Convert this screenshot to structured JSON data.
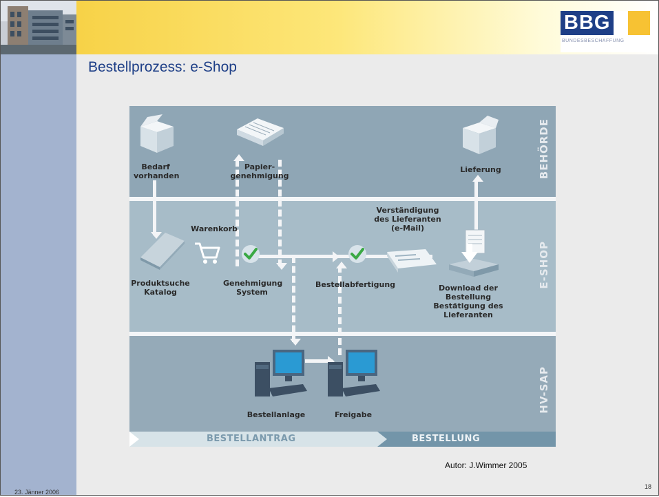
{
  "slide": {
    "title": "Bestellprozess: e-Shop",
    "author": "Autor: J.Wimmer 2005",
    "footer_date": "23. Jänner 2006",
    "page_number": "18"
  },
  "logo": {
    "text": "BBG",
    "subtitle": "BUNDESBESCHAFFUNG",
    "colors": {
      "primary": "#1e3f87",
      "accent": "#f7c233"
    }
  },
  "diagram": {
    "lanes": {
      "behoerde": "BEHÖRDE",
      "eshop": "E-SHOP",
      "hvsap": "HV-SAP"
    },
    "labels": {
      "bedarf": "Bedarf\nvorhanden",
      "papier": "Papier-\ngenehmigung",
      "lieferung": "Lieferung",
      "warenkorb": "Warenkorb",
      "verstaendigung": "Verständigung\ndes Lieferanten\n(e-Mail)",
      "produktsuche": "Produktsuche\nKatalog",
      "genehmigung": "Genehmigung\nSystem",
      "bestellabfertigung": "Bestellabfertigung",
      "download": "Download der\nBestellung\nBestätigung des\nLieferanten",
      "bestellanlage": "Bestellanlage",
      "freigabe": "Freigabe"
    },
    "phases": {
      "antrag": "BESTELLANTRAG",
      "bestellung": "BESTELLUNG"
    },
    "colors": {
      "lane_top": "#8fa6b5",
      "lane_mid": "#a7bcc8",
      "lane_bottom": "#95aab8",
      "check": "#3aa944"
    }
  }
}
